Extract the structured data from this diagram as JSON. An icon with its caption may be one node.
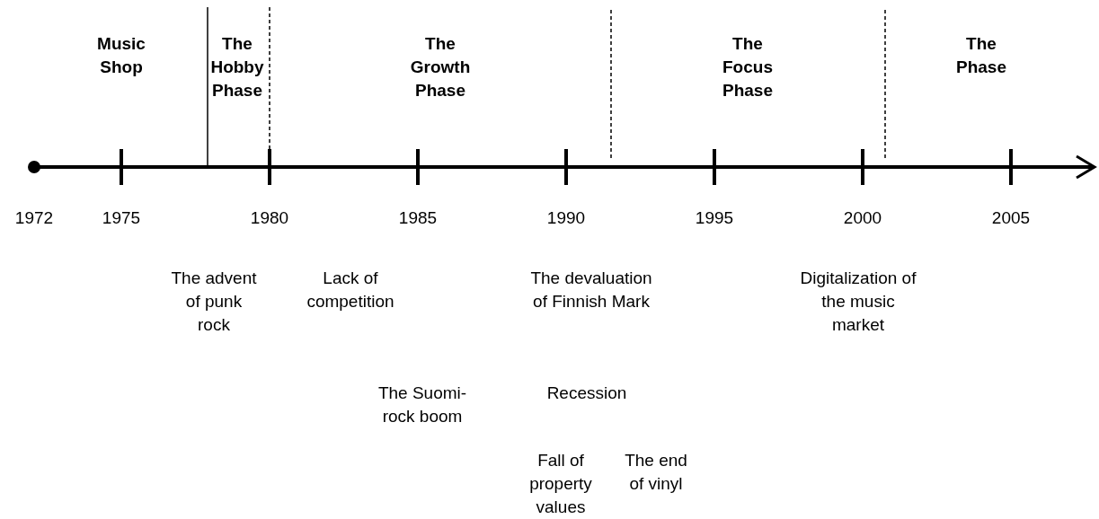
{
  "diagram": {
    "labels": [
      "Music Shop",
      "The Hobby Phase",
      "The Growth Phase",
      "The Focus Phase",
      "The Phase",
      "1972",
      "1975",
      "1980",
      "1985",
      "1990",
      "1995",
      "2000",
      "2005",
      "The advent of punk rock",
      "Lack of competition",
      "The devaluation of Finnish Mark",
      "Digitalization of the music market",
      "The Suomi-rock boom",
      "Recession",
      "Fall of property values",
      "The end of vinyl"
    ]
  }
}
